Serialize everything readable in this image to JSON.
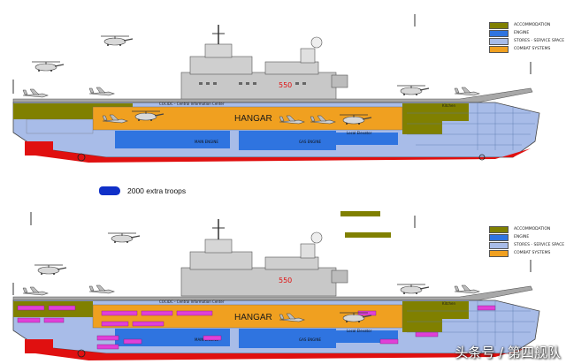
{
  "legend": {
    "items": [
      {
        "label": "ACCOMMODATION",
        "color": "#808000"
      },
      {
        "label": "ENGINE",
        "color": "#2f74e0"
      },
      {
        "label": "STORES - SERVICE SPACE",
        "color": "#a8bce8"
      },
      {
        "label": "COMBAT SYSTEMS",
        "color": "#f0a020"
      }
    ]
  },
  "ship_top": {
    "hull_number": "550",
    "hangar_label": "HANGAR",
    "cic_label": "COCIDC - Central Information Center",
    "kitchen_label": "Kitchen",
    "engine_room_label": "MAIN ENGINE",
    "gas_engine_label": "GAS ENGINE",
    "local_elevator_label": "Local Elevator"
  },
  "troops": {
    "text": "2000 extra troops",
    "color": "#1030c8"
  },
  "ship_bottom": {
    "hull_number": "550",
    "hangar_label": "HANGAR",
    "cic_label": "COCIDC - Central Information Center",
    "kitchen_label": "Kitchen",
    "engine_room_label": "MAIN ENGINE",
    "gas_engine_label": "GAS ENGINE",
    "local_elevator_label": "Local Elevator",
    "troop_color": "#e040d8"
  },
  "watermark": "头条号 / 第四舰队",
  "colors": {
    "accommodation": "#808000",
    "engine": "#2f74e0",
    "stores": "#a8bce8",
    "combat": "#f0a020",
    "hull_red": "#e01010",
    "deck": "#b0b0b0",
    "island": "#c8c8c8"
  }
}
